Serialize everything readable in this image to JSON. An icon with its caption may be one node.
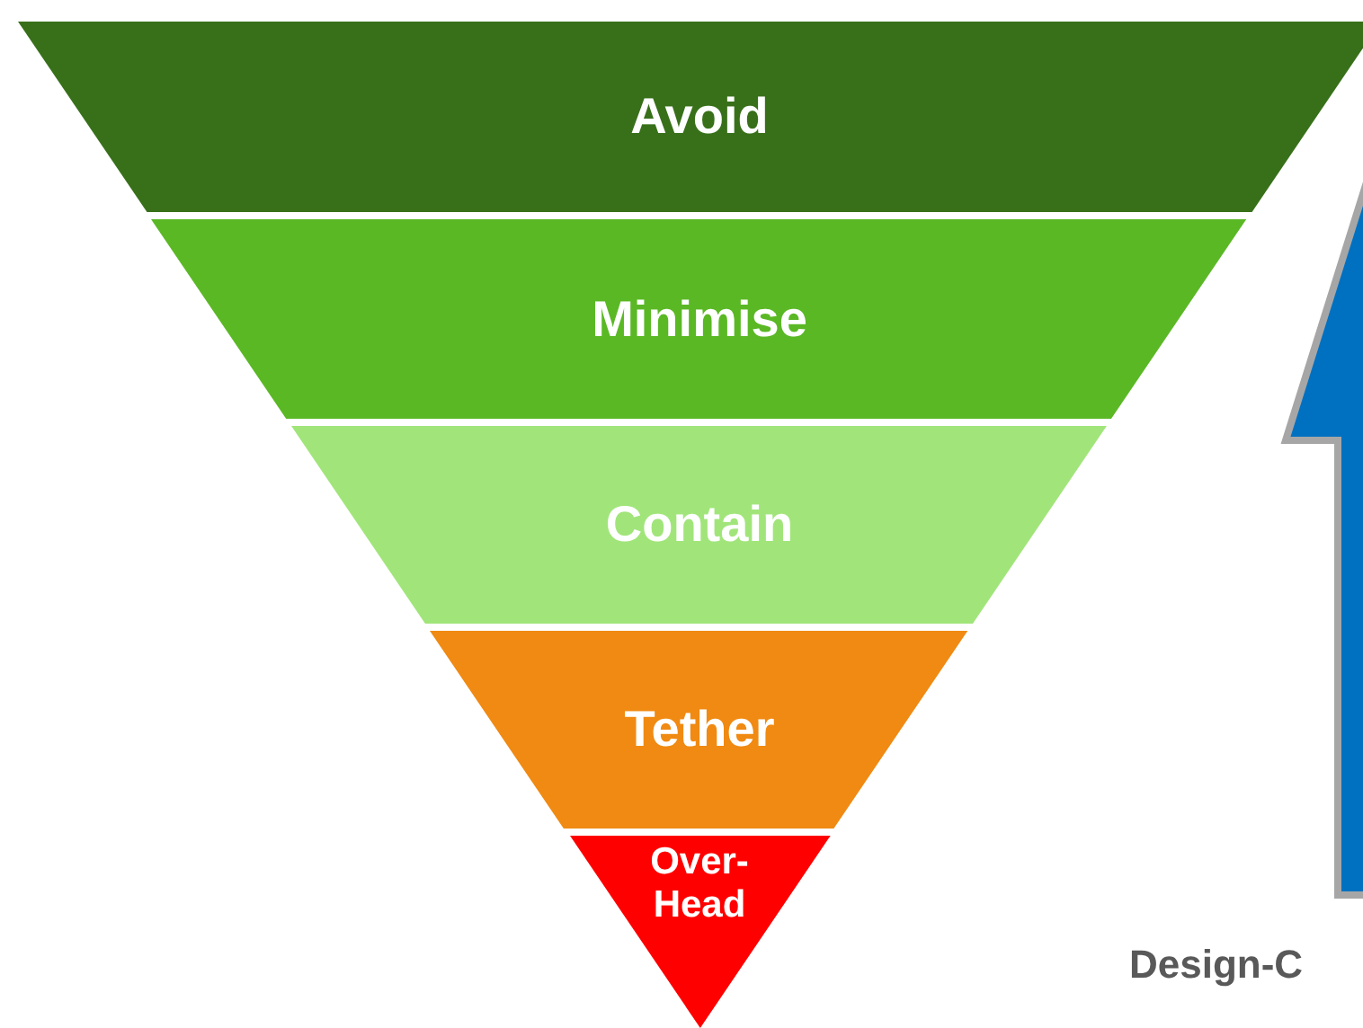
{
  "diagram": {
    "nodes": [
      {
        "text": [
          "Avoid"
        ]
      },
      {
        "text": [
          "Minimise"
        ]
      },
      {
        "text": [
          "Contain"
        ]
      },
      {
        "text": [
          "Tether"
        ]
      },
      {
        "text": [
          "Over- Head"
        ]
      }
    ],
    "labels": [
      "Design-C"
    ]
  }
}
